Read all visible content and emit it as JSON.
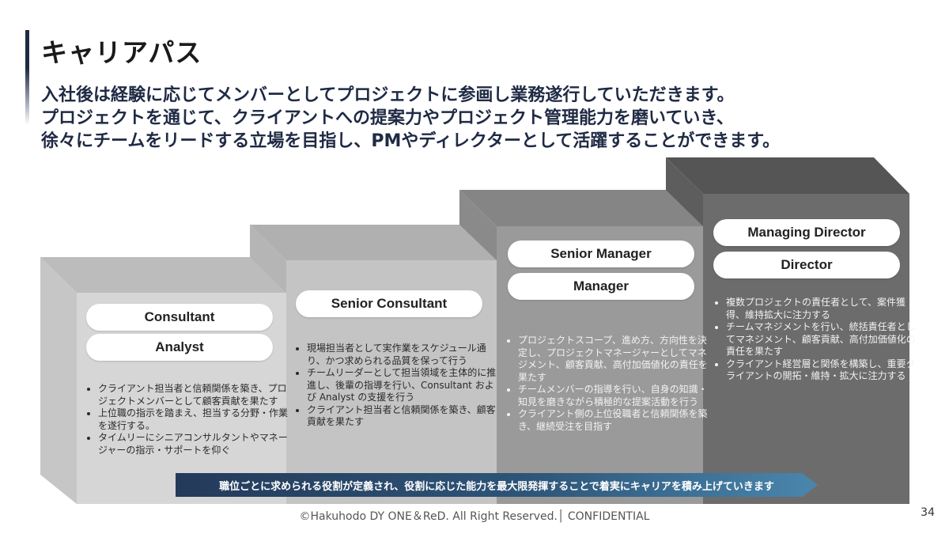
{
  "header": {
    "title": "キャリアパス",
    "lead_lines": [
      "入社後は経験に応じてメンバーとしてプロジェクトに参画し業務遂行していただきます。",
      "プロジェクトを通じて、クライアントへの提案力やプロジェクト管理能力を磨いていき、",
      "徐々にチームをリードする立場を目指し、PMやディレクターとして活躍することができます。"
    ]
  },
  "steps": [
    {
      "roles": [
        "Consultant",
        "Analyst"
      ],
      "bullets": [
        "クライアント担当者と信頼関係を築き、プロジェクトメンバーとして顧客貢献を果たす",
        "上位職の指示を踏まえ、担当する分野・作業を遂行する。",
        "タイムリーにシニアコンサルタントやマネージャーの指示・サポートを仰ぐ"
      ]
    },
    {
      "roles": [
        "Senior Consultant"
      ],
      "bullets": [
        "現場担当者として実作業をスケジュール通り、かつ求められる品質を保って行う",
        "チームリーダーとして担当領域を主体的に推進し、後輩の指導を行い、Consultant および Analyst の支援を行う",
        "クライアント担当者と信頼関係を築き、顧客貢献を果たす"
      ]
    },
    {
      "roles": [
        "Senior Manager",
        "Manager"
      ],
      "bullets": [
        "プロジェクトスコープ、進め方、方向性を決定し、プロジェクトマネージャーとしてマネジメント、顧客貢献、高付加価値化の責任を果たす",
        "チームメンバーの指導を行い、自身の知識・知見を磨きながら積極的な提案活動を行う",
        "クライアント側の上位役職者と信頼関係を築き、継続受注を目指す"
      ]
    },
    {
      "roles": [
        "Managing Director",
        "Director"
      ],
      "bullets": [
        "複数プロジェクトの責任者として、案件獲得、維持拡大に注力する",
        "チームマネジメントを行い、統括責任者としてマネジメント、顧客貢献、高付加価値化の責任を果たす",
        "クライアント経営層と関係を構築し、重要クライアントの開拓・維持・拡大に注力する"
      ]
    }
  ],
  "banner": "職位ごとに求められる役割が定義され、役割に応じた能力を最大限発揮することで着実にキャリアを積み上げていきます",
  "footer": {
    "copyright": "©Hakuhodo DY ONE＆ReD. All Right Reserved.│ CONFIDENTIAL",
    "page_number": "34"
  },
  "colors": {
    "title_accent": "#1f2a44",
    "step1_front": "#d6d6d6",
    "step2_front": "#c4c4c4",
    "step3_front": "#9a9a9a",
    "step4_front": "#6c6c6c"
  }
}
